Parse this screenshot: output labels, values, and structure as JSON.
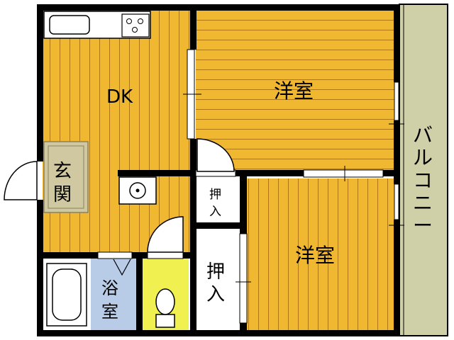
{
  "rooms": {
    "dk": "DK",
    "western_room_upper": "洋室",
    "western_room_lower": "洋室",
    "entrance": [
      "玄",
      "関"
    ],
    "closet_small": [
      "押",
      "入"
    ],
    "closet_large": [
      "押",
      "入"
    ],
    "bath": [
      "浴",
      "室"
    ],
    "balcony": [
      "バ",
      "ル",
      "コ",
      "ニ",
      "ー"
    ]
  },
  "colors": {
    "floor": "#F0B830",
    "floor_grain": "#B07810",
    "wall": "#000000",
    "balcony": "#D0D0A8",
    "bath": "#B8CCE8",
    "toilet_room": "#F0F050",
    "entrance": "#D0C8A0",
    "closet_floor": "#FFFFFF",
    "fixture": "#FFFFFF"
  },
  "icons": [
    "sink-icon",
    "stove-icon",
    "washbasin-icon",
    "bathtub-icon",
    "toilet-icon",
    "door-swing-icon",
    "sliding-door-icon"
  ]
}
